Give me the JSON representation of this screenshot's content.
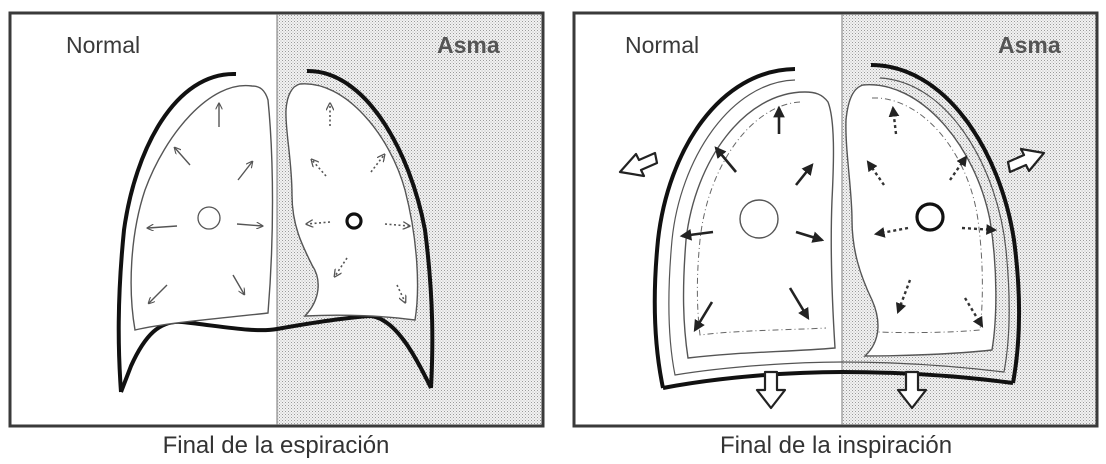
{
  "panels": [
    {
      "normal_label": "Normal",
      "asthma_label": "Asma",
      "caption": "Final de la espiración"
    },
    {
      "normal_label": "Normal",
      "asthma_label": "Asma",
      "caption": "Final de la  inspiración"
    }
  ],
  "colors": {
    "frame": "#3a3a3a",
    "stipple": "#bdbdbd",
    "thorax": "#111111",
    "arrow": "#444444"
  }
}
